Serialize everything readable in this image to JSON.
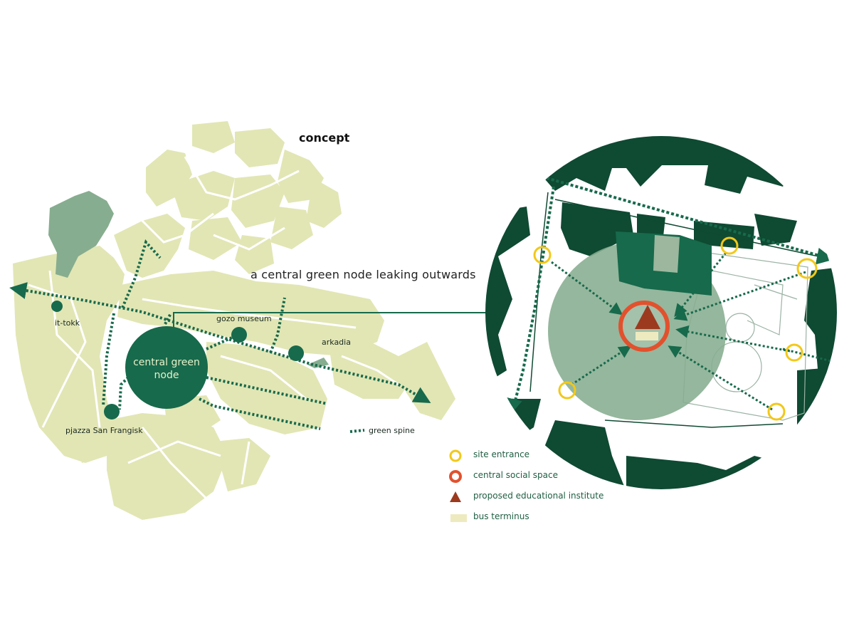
{
  "title": "concept",
  "tagline": "a central green node leaking outwards",
  "places": {
    "it_tokk": "it-tokk",
    "gozo_museum": "gozo museum",
    "arkadia": "arkadia",
    "pjazza": "pjazza San Frangisk",
    "central_node_line1": "central green",
    "central_node_line2": "node"
  },
  "spine_legend": "green spine",
  "legend": {
    "site_entrance": "site entrance",
    "central_social_space": "central social space",
    "educational_institute": "proposed educational institute",
    "bus_terminus": "bus terminus"
  },
  "colors": {
    "dark_green": "#0f4a33",
    "node_green": "#176a4c",
    "pale_green": "#e2e6b4",
    "sage": "#86ad8f",
    "entrance_yellow": "#f2c81a",
    "social_red": "#e2512d",
    "institute_brown": "#9c3a1f",
    "bus_terminus": "#eeeac0"
  },
  "icons": [
    "site-entrance-icon",
    "central-social-space-icon",
    "institute-triangle-icon",
    "bus-terminus-swatch"
  ]
}
